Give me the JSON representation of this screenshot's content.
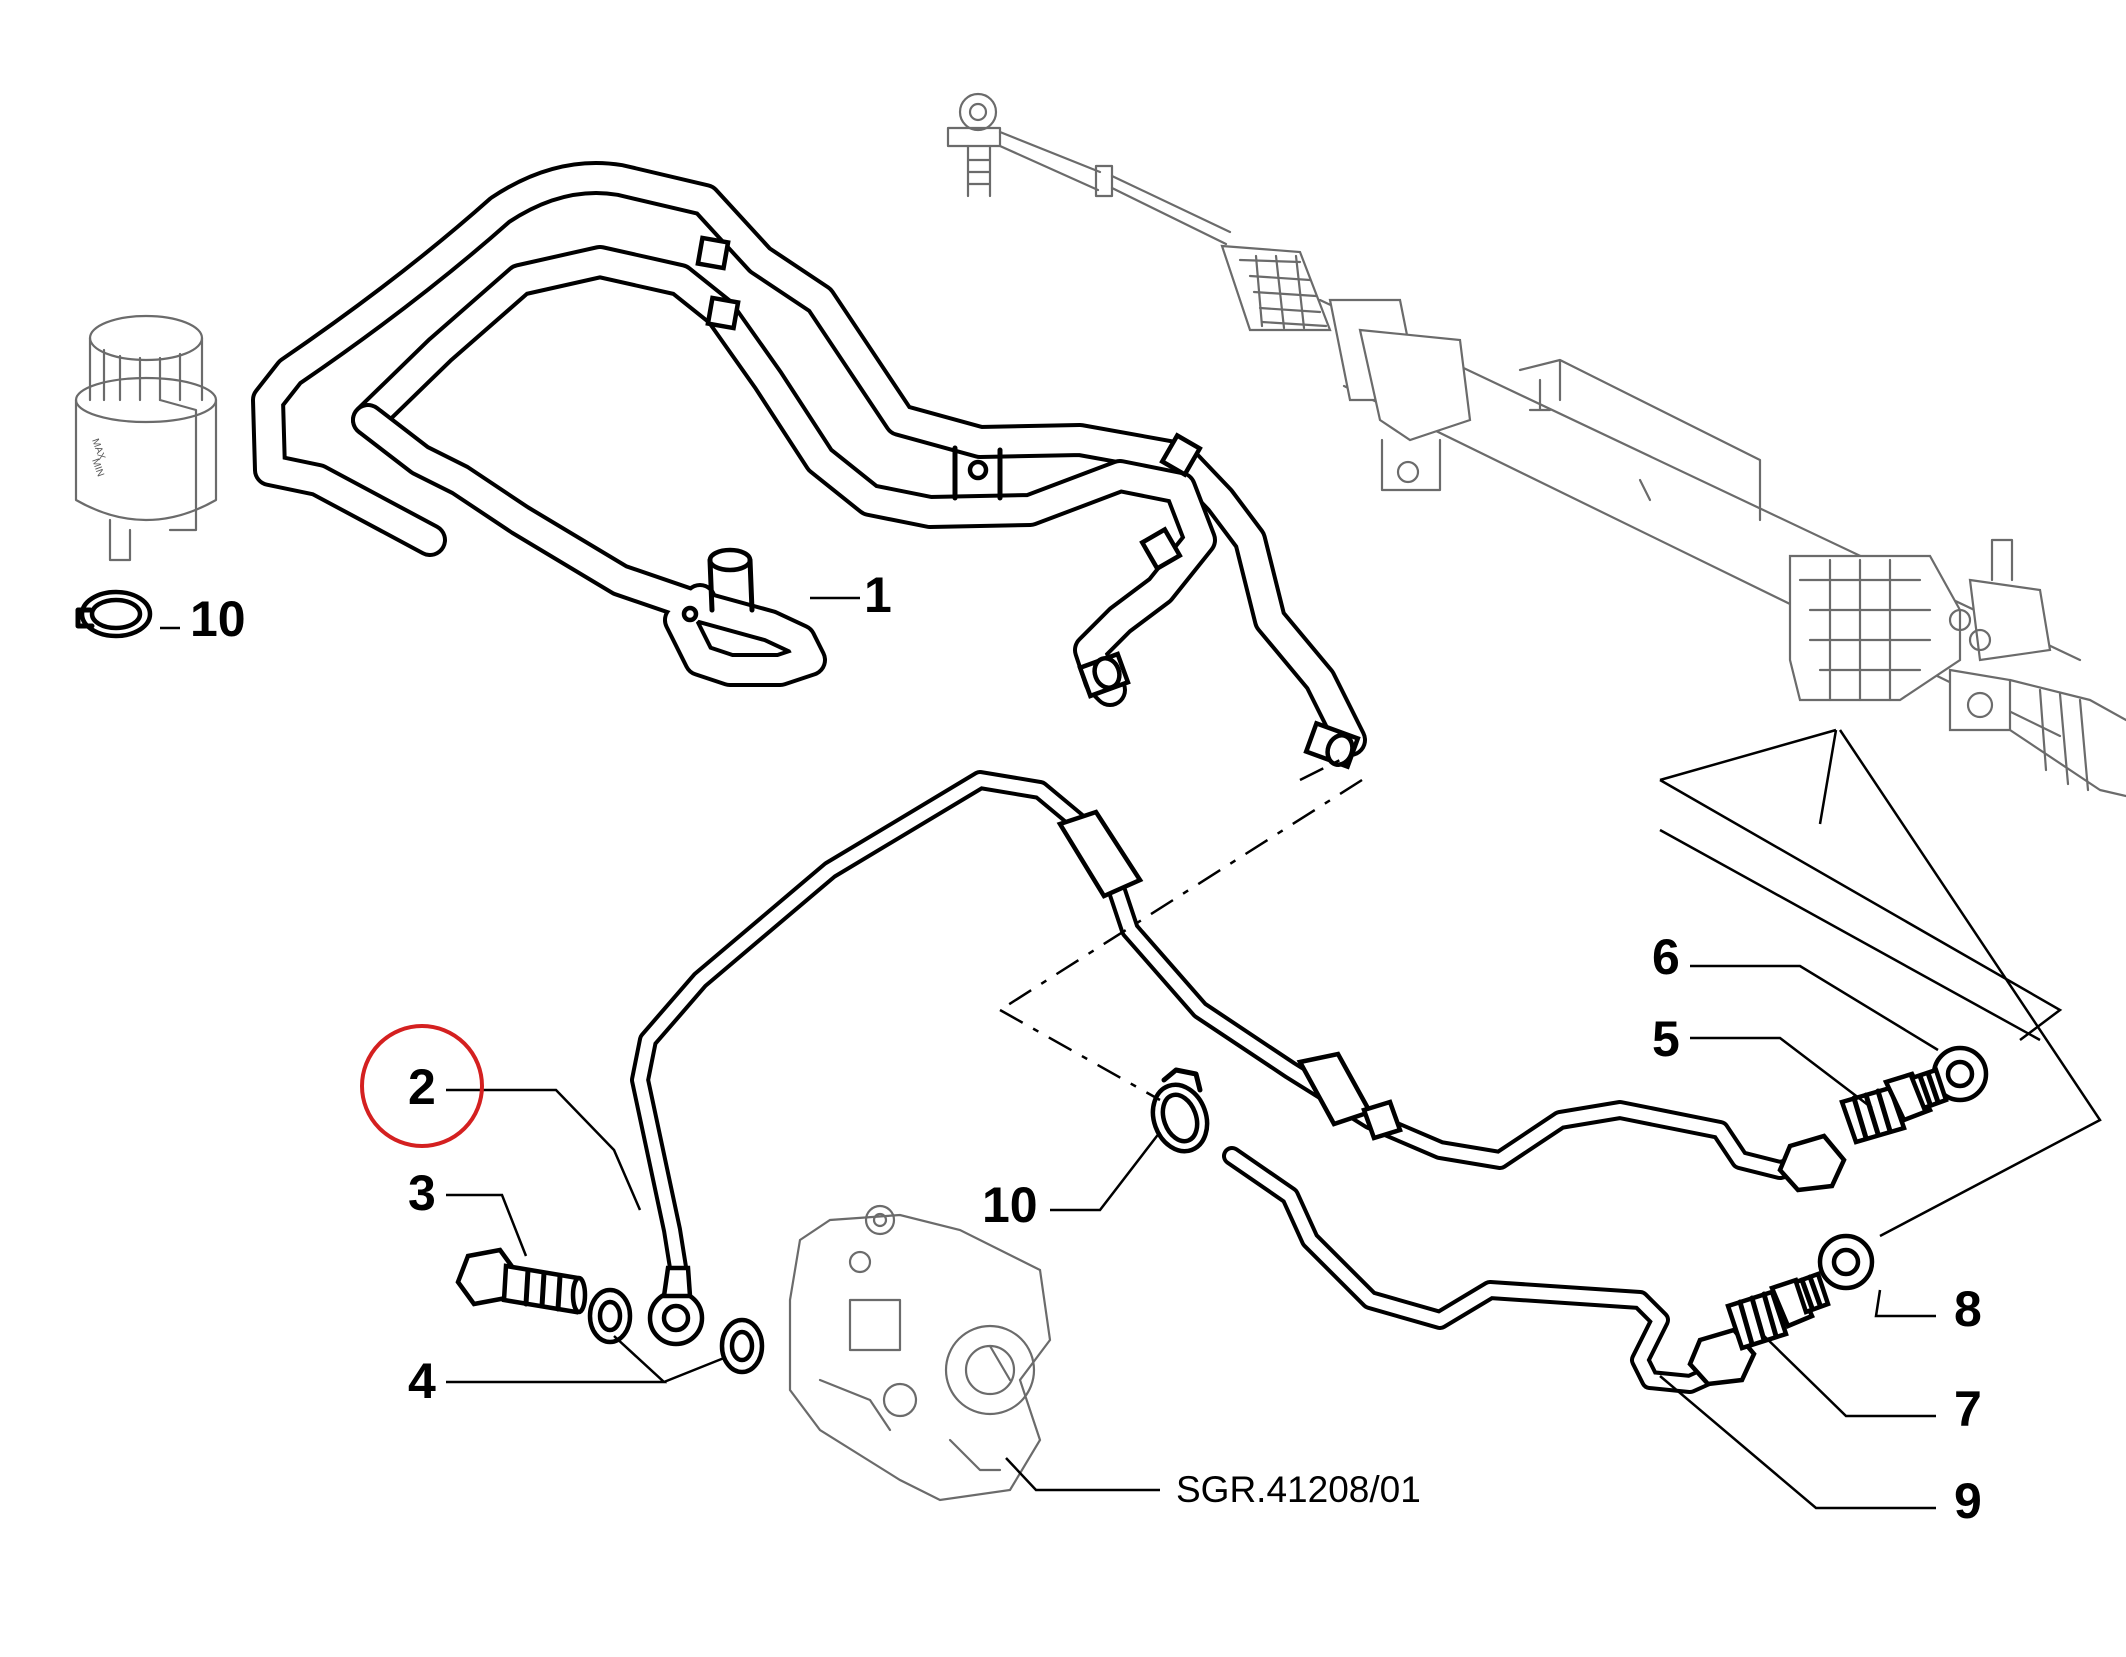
{
  "diagram": {
    "reference_code": "SGR.41208/01",
    "highlight_color": "#d42020",
    "highlighted_callout": "2",
    "reservoir_marks": {
      "max": "MAX",
      "min": "MIN"
    },
    "callouts": {
      "hose_1": "1",
      "pipe_2": "2",
      "bolt_3": "3",
      "washers_4": "4",
      "union_5": "5",
      "washer_6": "6",
      "union_7": "7",
      "washer_8": "8",
      "pipe_9": "9",
      "clamp_10_top": "10",
      "clamp_10_mid": "10"
    },
    "parts": [
      {
        "no": "1",
        "name": "hose",
        "icon": "hose-icon"
      },
      {
        "no": "2",
        "name": "pipe",
        "icon": "pipe-icon"
      },
      {
        "no": "3",
        "name": "bolt",
        "icon": "bolt-icon"
      },
      {
        "no": "4",
        "name": "washer",
        "icon": "washer-icon"
      },
      {
        "no": "5",
        "name": "union",
        "icon": "union-icon"
      },
      {
        "no": "6",
        "name": "washer",
        "icon": "washer-icon"
      },
      {
        "no": "7",
        "name": "union",
        "icon": "union-icon"
      },
      {
        "no": "8",
        "name": "washer",
        "icon": "washer-icon"
      },
      {
        "no": "9",
        "name": "pipe",
        "icon": "pipe-icon"
      },
      {
        "no": "10",
        "name": "clamp",
        "icon": "clamp-icon"
      }
    ]
  }
}
